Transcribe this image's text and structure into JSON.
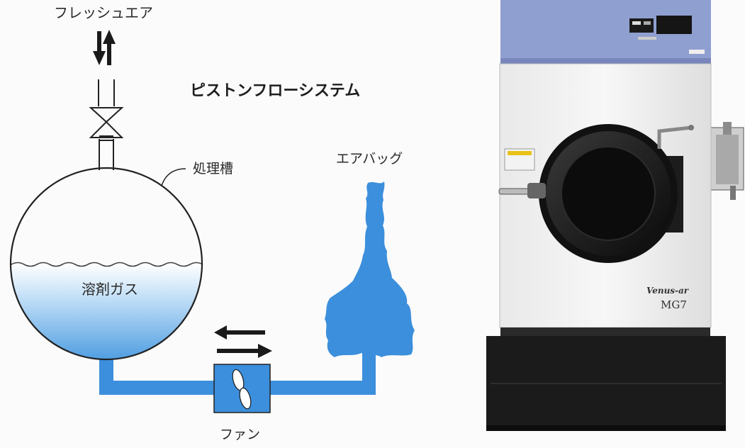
{
  "diagram": {
    "title": "ピストンフローシステム",
    "fresh_air_label": "フレッシュエア",
    "tank_label": "処理槽",
    "solvent_gas_label": "溶剤ガス",
    "air_bag_label": "エアバッグ",
    "fan_label": "ファン"
  },
  "machine": {
    "brand": "Venus-ar",
    "model": "MG7"
  },
  "colors": {
    "pipe_blue": "#3c8fdc",
    "gas_blue": "#4aa0e6",
    "machine_top_panel": "#8f9fd0",
    "machine_base": "#1b1b1b",
    "line": "#222222"
  }
}
